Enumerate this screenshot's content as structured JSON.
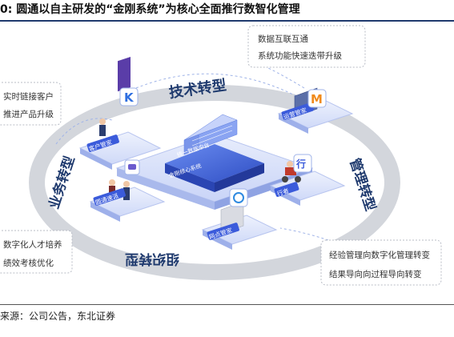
{
  "header": {
    "title": "0:  圆通以自主研发的“金刚系统”为核心全面推行数智化管理"
  },
  "callouts": {
    "top_right": {
      "line1": "数据互联互通",
      "line2": "系统功能快速迭带升级"
    },
    "left_top": {
      "line1": "实时链接客户",
      "line2": "推进产品升级"
    },
    "left_bottom": {
      "line1": "数字化人才培养",
      "line2": "绩效考核优化"
    },
    "bottom_right": {
      "line1": "经验管理向数字化管理转变",
      "line2": "结果导向向过程导向转变"
    }
  },
  "ring_labels": {
    "top": "技术转型",
    "left": "业务转型",
    "right": "管理转型",
    "bottom": "组织转型"
  },
  "modules": {
    "customer": "客户管家",
    "dispatch": "圆通速派",
    "network": "网点管家",
    "ops": "运营管家",
    "xingzhe": "行者"
  },
  "core": {
    "platform": "统一数据中台",
    "system": "金刚核心系统"
  },
  "footer": {
    "source": "来源：公司公告，东北证券"
  },
  "colors": {
    "title_rule": "#1f3a6e",
    "ring": "#d3d6dc",
    "platform": "#3b5bdb",
    "module_top": "#e4e9fb",
    "label_blue": "#1f3a6e"
  }
}
